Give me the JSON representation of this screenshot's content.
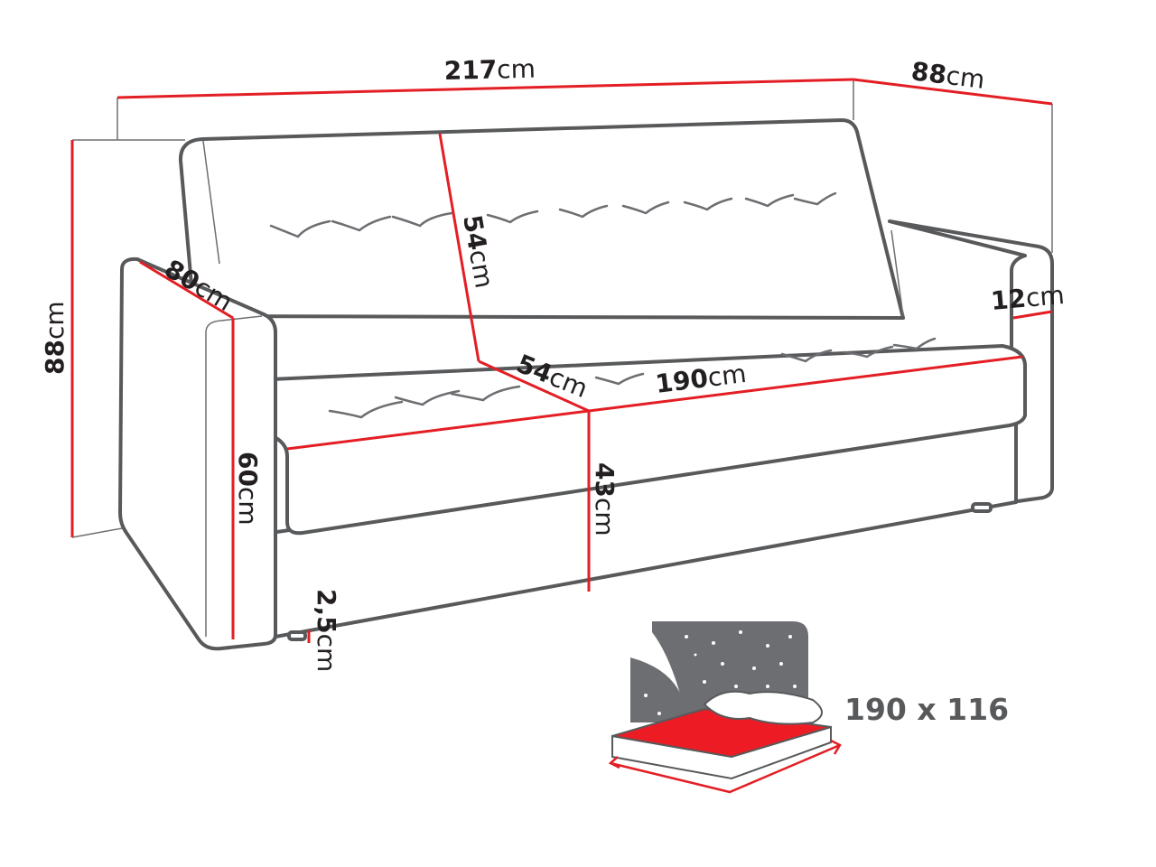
{
  "title": "Sofa dimensions diagram",
  "dimensions": {
    "total_width": {
      "value": "217",
      "unit": "cm"
    },
    "depth": {
      "value": "88",
      "unit": "cm"
    },
    "height": {
      "value": "88",
      "unit": "cm"
    },
    "armrest_depth": {
      "value": "80",
      "unit": "cm"
    },
    "backrest_height": {
      "value": "54",
      "unit": "cm"
    },
    "armrest_width": {
      "value": "12",
      "unit": "cm"
    },
    "seat_depth": {
      "value": "54",
      "unit": "cm"
    },
    "seat_width": {
      "value": "190",
      "unit": "cm"
    },
    "armrest_height": {
      "value": "60",
      "unit": "cm"
    },
    "seat_height": {
      "value": "43",
      "unit": "cm"
    },
    "leg_height": {
      "value": "2,5",
      "unit": "cm"
    }
  },
  "sleeping_area": {
    "label": "190 x 116"
  },
  "colors": {
    "outline": "#58595b",
    "dimension_line": "#e31e24",
    "night_panel": "#6d6e71",
    "mattress": "#ed1c24"
  }
}
